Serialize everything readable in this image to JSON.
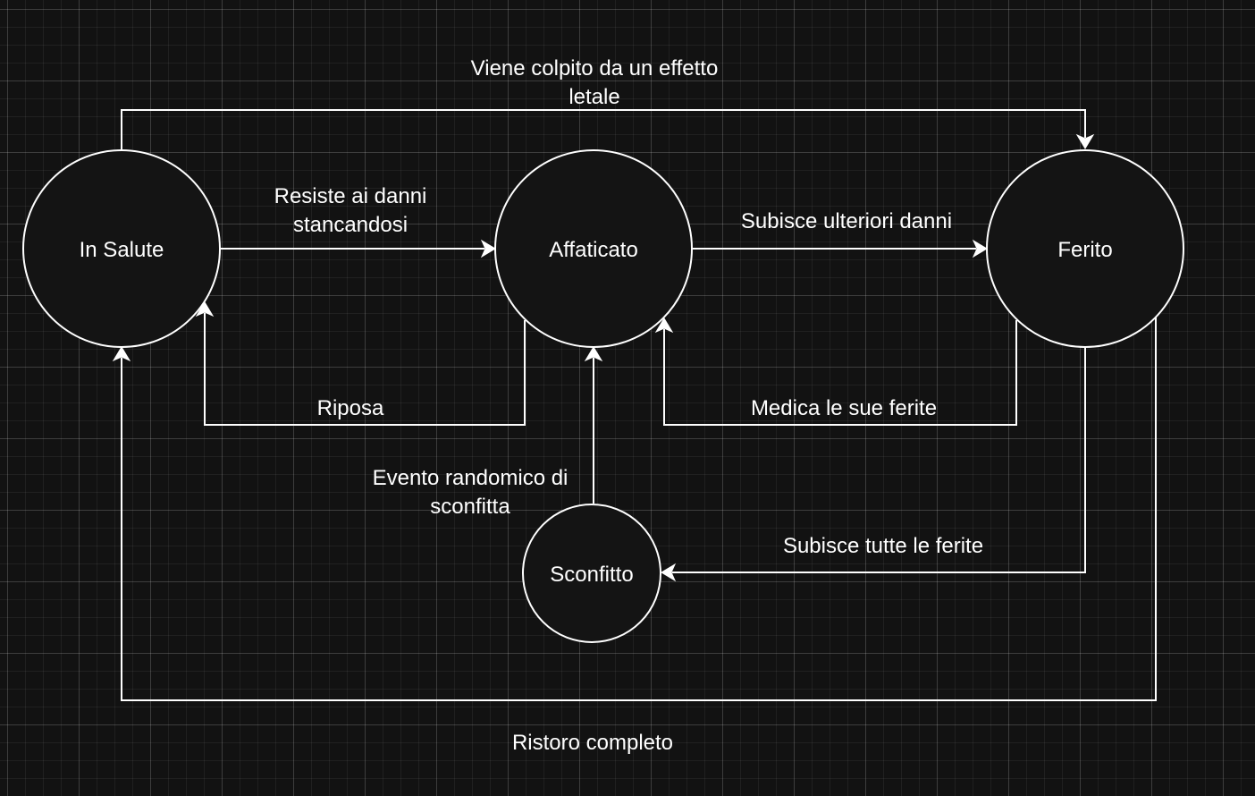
{
  "diagram": {
    "nodes": {
      "in_salute": "In Salute",
      "affaticato": "Affaticato",
      "ferito": "Ferito",
      "sconfitto": "Sconfitto"
    },
    "edges": {
      "lethal": [
        "Viene colpito da un effetto",
        "letale"
      ],
      "resist": [
        "Resiste ai danni",
        "stancandosi"
      ],
      "further_damage": [
        "Subisce ulteriori danni"
      ],
      "rest": [
        "Riposa"
      ],
      "heal": [
        "Medica le sue ferite"
      ],
      "random_defeat": [
        "Evento randomico di",
        "sconfitta"
      ],
      "all_wounds": [
        "Subisce tutte le ferite"
      ],
      "full_recovery": [
        "Ristoro completo"
      ]
    },
    "colors": {
      "background": "#121212",
      "node_fill": "#141414",
      "stroke": "#ffffff",
      "text": "#ffffff"
    }
  }
}
